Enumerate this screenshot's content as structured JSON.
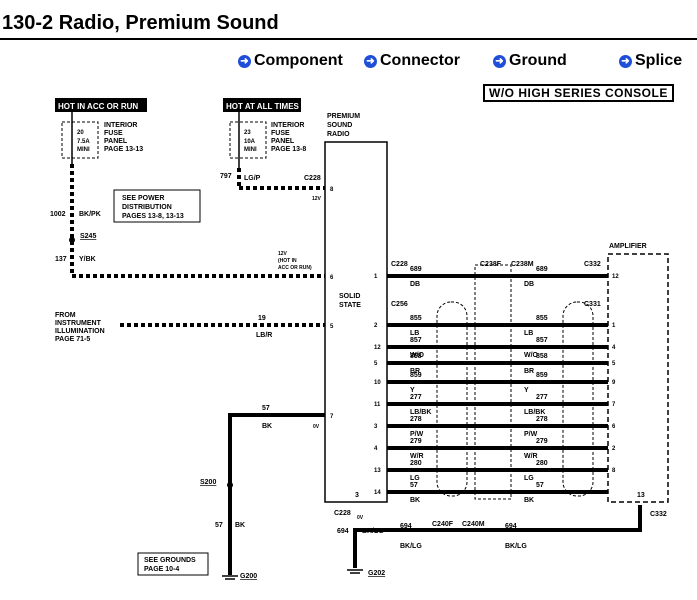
{
  "title": "130-2 Radio, Premium Sound",
  "legend": {
    "component": "Component",
    "connector": "Connector",
    "ground": "Ground",
    "splice": "Splice"
  },
  "config_note": "W/O HIGH SERIES CONSOLE",
  "hot_acc_run": "HOT IN ACC OR RUN",
  "hot_all_times": "HOT AT ALL TIMES",
  "fuse20": {
    "num": "20",
    "rating": "7.5A",
    "type": "MINI"
  },
  "fuse23": {
    "num": "23",
    "rating": "10A",
    "type": "MINI"
  },
  "ifp1": "INTERIOR",
  "ifp2": "FUSE",
  "ifp3": "PANEL",
  "ifp_page": "PAGE  13-13",
  "ifp_page2": "PAGE  13-8",
  "radio1": "PREMIUM",
  "radio2": "SOUND",
  "radio3": "RADIO",
  "solid1": "SOLID",
  "solid2": "STATE",
  "amp": "AMPLIFIER",
  "see_power1": "SEE  POWER",
  "see_power2": "DISTRIBUTION",
  "see_power3": "PAGES  13-8,  13-13",
  "from_instr1": "FROM",
  "from_instr2": "INSTRUMENT",
  "from_instr3": "ILLUMINATION",
  "from_instr4": "PAGE  71-5",
  "see_grounds1": "SEE  GROUNDS",
  "see_grounds2": "PAGE  10-4",
  "w797": "797",
  "c797": "LG/P",
  "w1002": "1002",
  "c1002": "BK/PK",
  "s245": "S245",
  "w137": "137",
  "c137": "Y/BK",
  "w19": "19",
  "c19": "LB/R",
  "w57": "57",
  "c57": "BK",
  "s200": "S200",
  "g200": "G200",
  "w694": "694",
  "c694": "BK/LG",
  "g202": "G202",
  "hot_acc_small1": "12V",
  "hot_acc_small2": "(HOT IN",
  "hot_acc_small3": "ACC OR RUN)",
  "v12": "12V",
  "v0": "0V",
  "conn": {
    "c228": "C228",
    "c238f": "C238F",
    "c238m": "C238M",
    "c332": "C332",
    "c256": "C256",
    "c331": "C331",
    "c240f": "C240F",
    "c240m": "C240M"
  },
  "pins_radio_left": [
    "8",
    "6",
    "5",
    "7"
  ],
  "pins_radio_right": [
    "1",
    "2",
    "12",
    "5",
    "10",
    "11",
    "3",
    "4",
    "13",
    "14"
  ],
  "pin3": "3",
  "pins_amp": [
    "12",
    "1",
    "4",
    "5",
    "9",
    "7",
    "6",
    "2",
    "8"
  ],
  "pin13": "13",
  "speaker_wires": [
    {
      "num": "689",
      "color": "DB"
    },
    {
      "num": "855",
      "color": "LB"
    },
    {
      "num": "857",
      "color": "W/O"
    },
    {
      "num": "858",
      "color": "BR"
    },
    {
      "num": "859",
      "color": "Y"
    },
    {
      "num": "277",
      "color": "LB/BK"
    },
    {
      "num": "278",
      "color": "P/W"
    },
    {
      "num": "279",
      "color": "W/R"
    },
    {
      "num": "280",
      "color": "LG"
    },
    {
      "num": "57",
      "color": "BK"
    }
  ]
}
